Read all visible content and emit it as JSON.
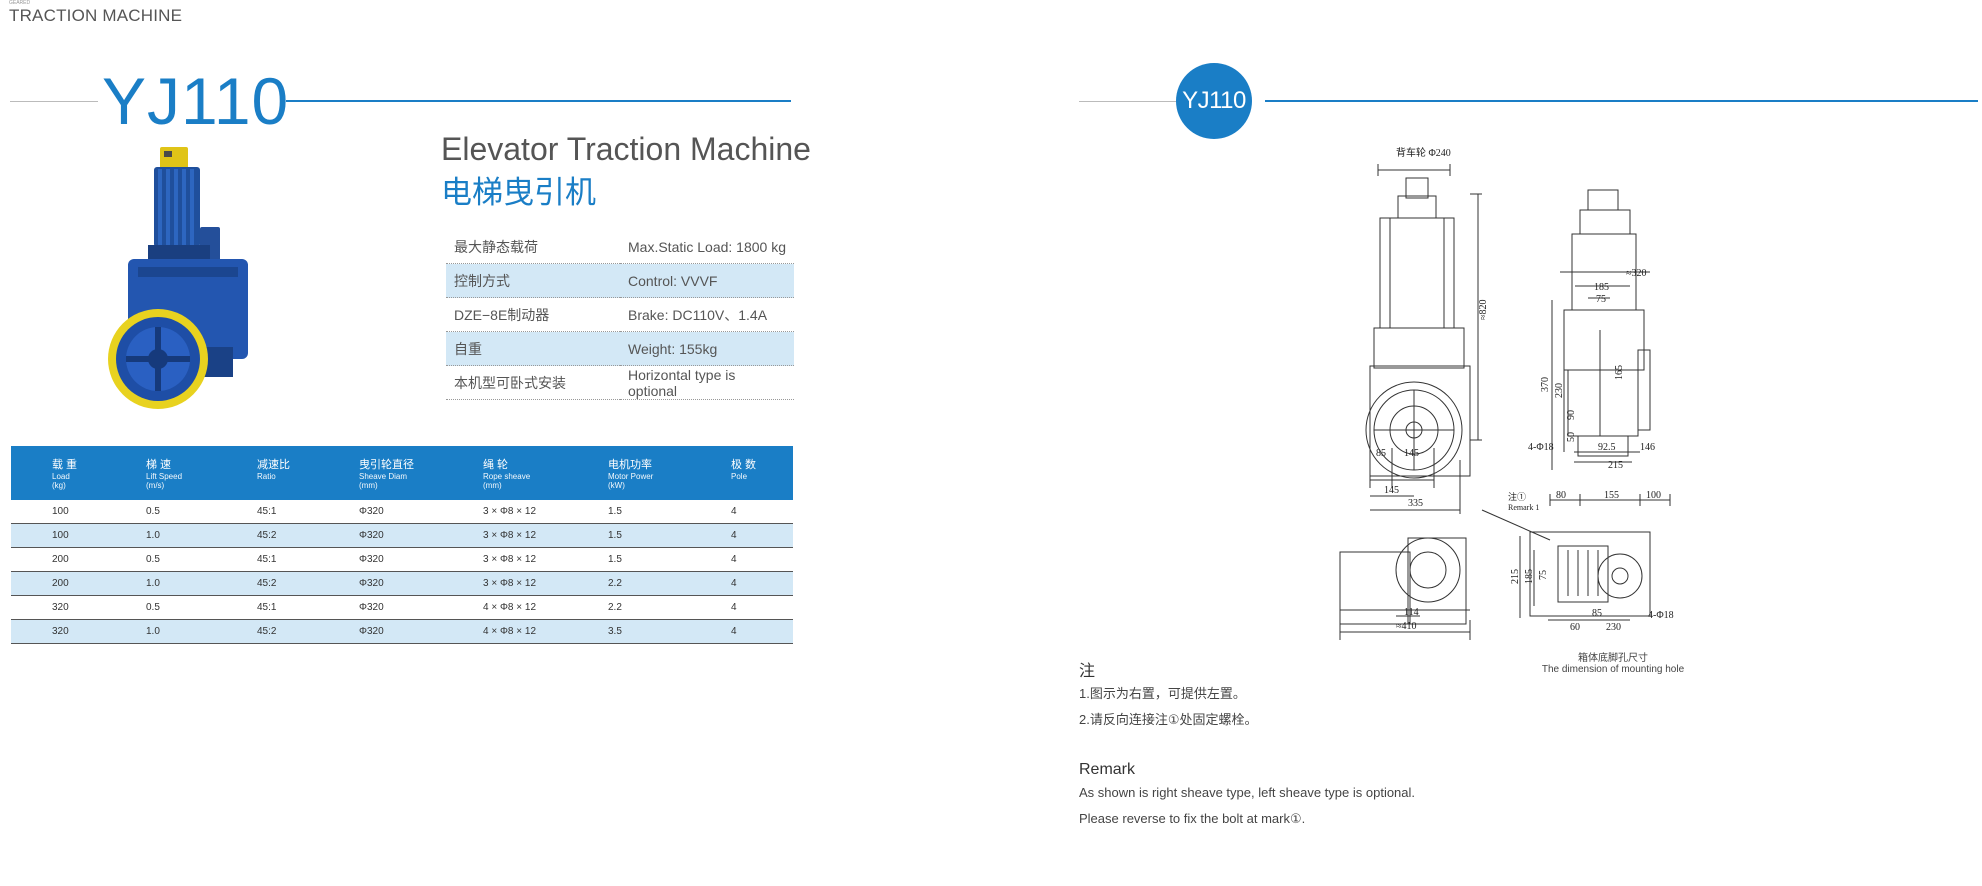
{
  "header": {
    "category_small": "GEARED",
    "category": "TRACTION MACHINE"
  },
  "model": "YJ110",
  "badge_label": "YJ110",
  "product": {
    "title_en": "Elevator Traction Machine",
    "title_cn": "电梯曳引机"
  },
  "specs": [
    {
      "label": "最大静态载荷",
      "value": "Max.Static Load: 1800 kg"
    },
    {
      "label": "控制方式",
      "value": "Control: VVVF"
    },
    {
      "label": "DZE−8E制动器",
      "value": "Brake: DC110V、1.4A"
    },
    {
      "label": "自重",
      "value": "Weight: 155kg"
    },
    {
      "label": "本机型可卧式安装",
      "value": "Horizontal type is optional"
    }
  ],
  "table": {
    "headers": [
      {
        "zh": "载 重",
        "en": "Load",
        "unit": "(kg)"
      },
      {
        "zh": "梯 速",
        "en": "Lift Speed",
        "unit": "(m/s)"
      },
      {
        "zh": "减速比",
        "en": "Ratio",
        "unit": ""
      },
      {
        "zh": "曳引轮直径",
        "en": "Sheave Diam",
        "unit": "(mm)"
      },
      {
        "zh": "绳 轮",
        "en": "Rope sheave",
        "unit": "(mm)"
      },
      {
        "zh": "电机功率",
        "en": "Motor Power",
        "unit": "(kW)"
      },
      {
        "zh": "极 数",
        "en": "Pole",
        "unit": ""
      }
    ],
    "rows": [
      [
        "100",
        "0.5",
        "45:1",
        "Φ320",
        "3 × Φ8 × 12",
        "1.5",
        "4"
      ],
      [
        "100",
        "1.0",
        "45:2",
        "Φ320",
        "3 × Φ8 × 12",
        "1.5",
        "4"
      ],
      [
        "200",
        "0.5",
        "45:1",
        "Φ320",
        "3 × Φ8 × 12",
        "1.5",
        "4"
      ],
      [
        "200",
        "1.0",
        "45:2",
        "Φ320",
        "3 × Φ8 × 12",
        "2.2",
        "4"
      ],
      [
        "320",
        "0.5",
        "45:1",
        "Φ320",
        "4 × Φ8 × 12",
        "2.2",
        "4"
      ],
      [
        "320",
        "1.0",
        "45:2",
        "Φ320",
        "4 × Φ8 × 12",
        "3.5",
        "4"
      ]
    ]
  },
  "drawing": {
    "brake_wheel": "背车轮 Φ240",
    "height": "≈820",
    "dims_front": [
      "85",
      "145",
      "145",
      "335"
    ],
    "dims_side": [
      "≈320",
      "185",
      "75",
      "165",
      "370",
      "230",
      "90",
      "50",
      "4-Φ18",
      "92.5",
      "146",
      "215"
    ],
    "dims_bottom": [
      "114",
      "≈410"
    ],
    "mark_zh": "注①",
    "mark_en": "Remark 1",
    "dims_mount": [
      "80",
      "155",
      "100",
      "215",
      "185",
      "75",
      "85",
      "60",
      "230",
      "4-Φ18"
    ],
    "caption_zh": "箱体底脚孔尺寸",
    "caption_en": "The dimension of mounting hole"
  },
  "notes": {
    "title": "注",
    "items": [
      "1.图示为右置，可提供左置。",
      "2.请反向连接注①处固定螺栓。"
    ]
  },
  "remark": {
    "title": "Remark",
    "items": [
      "As shown is right sheave type, left sheave type is optional.",
      "Please reverse to fix the bolt at mark①."
    ]
  },
  "colors": {
    "accent": "#1a7ec6",
    "row_alt": "#d3e8f6"
  }
}
